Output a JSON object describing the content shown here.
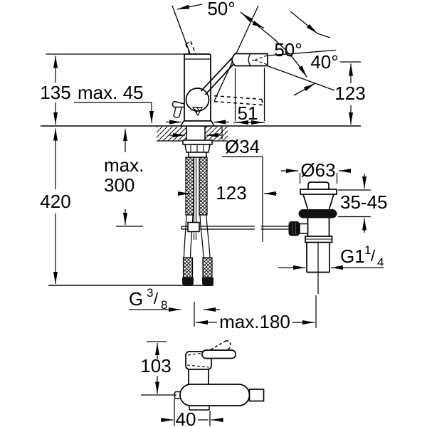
{
  "drawing": {
    "kind": "faucet-installation-dimension-drawing",
    "views": [
      "side-view-with-installation",
      "waste-valve-view",
      "top-view"
    ]
  },
  "labels": {
    "top_swing": "50°",
    "spout_swing": "50°",
    "spray_tilt": "40°",
    "spout_height": "123",
    "total_above": "135",
    "deck_max": "max. 45",
    "spout_reach": "51",
    "hole_dia": "Ø34",
    "hose_max_word": "max.",
    "hose_max_val": "300",
    "rod_offset": "123",
    "below_height": "420",
    "waste_dia": "Ø63",
    "clamp_range": "35-45",
    "rod_reach": "max.180",
    "body_depth": "103",
    "base_offset": "40",
    "waste_thread": {
      "base": "G1",
      "sup": "1",
      "slash": "/",
      "sub": "4"
    },
    "hose_thread": {
      "base": "G",
      "sup": "3",
      "slash": "/",
      "sub": "8"
    }
  }
}
